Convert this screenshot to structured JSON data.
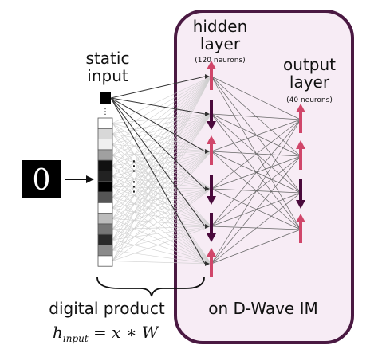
{
  "labels": {
    "hidden_title_line1": "hidden",
    "hidden_title_line2": "layer",
    "hidden_count": "(120 neurons)",
    "output_title_line1": "output",
    "output_title_line2": "layer",
    "output_count": "(40 neurons)",
    "static_input_line1": "static",
    "static_input_line2": "input",
    "digital_product": "digital product",
    "formula_h": "h",
    "formula_sub": "input",
    "formula_rest": " = x ∗ W",
    "dwave_label": "on D-Wave IM",
    "mnist_digit": "0",
    "vertical_dots": "⋮",
    "pixel_ellipsis": "⋮"
  },
  "colors": {
    "device_border": "#4a1942",
    "device_fill": "#f7ecf5",
    "spin_up": "#d0466a",
    "spin_down": "#4a0a3c",
    "edge_color": "#666666",
    "input_edge_color": "#cfcfcf"
  },
  "hidden_spins": [
    "up",
    "down",
    "up",
    "down",
    "down",
    "up"
  ],
  "output_spins": [
    "up",
    "up",
    "down",
    "up"
  ],
  "pixel_shades": [
    "#ffffff",
    "#d8d8d8",
    "#f0f0f0",
    "#a0a0a0",
    "#111111",
    "#222222",
    "#000000",
    "#555555",
    "#ffffff",
    "#bcbcbc",
    "#777777",
    "#2a2a2a",
    "#8a8a8a",
    "#ffffff"
  ]
}
